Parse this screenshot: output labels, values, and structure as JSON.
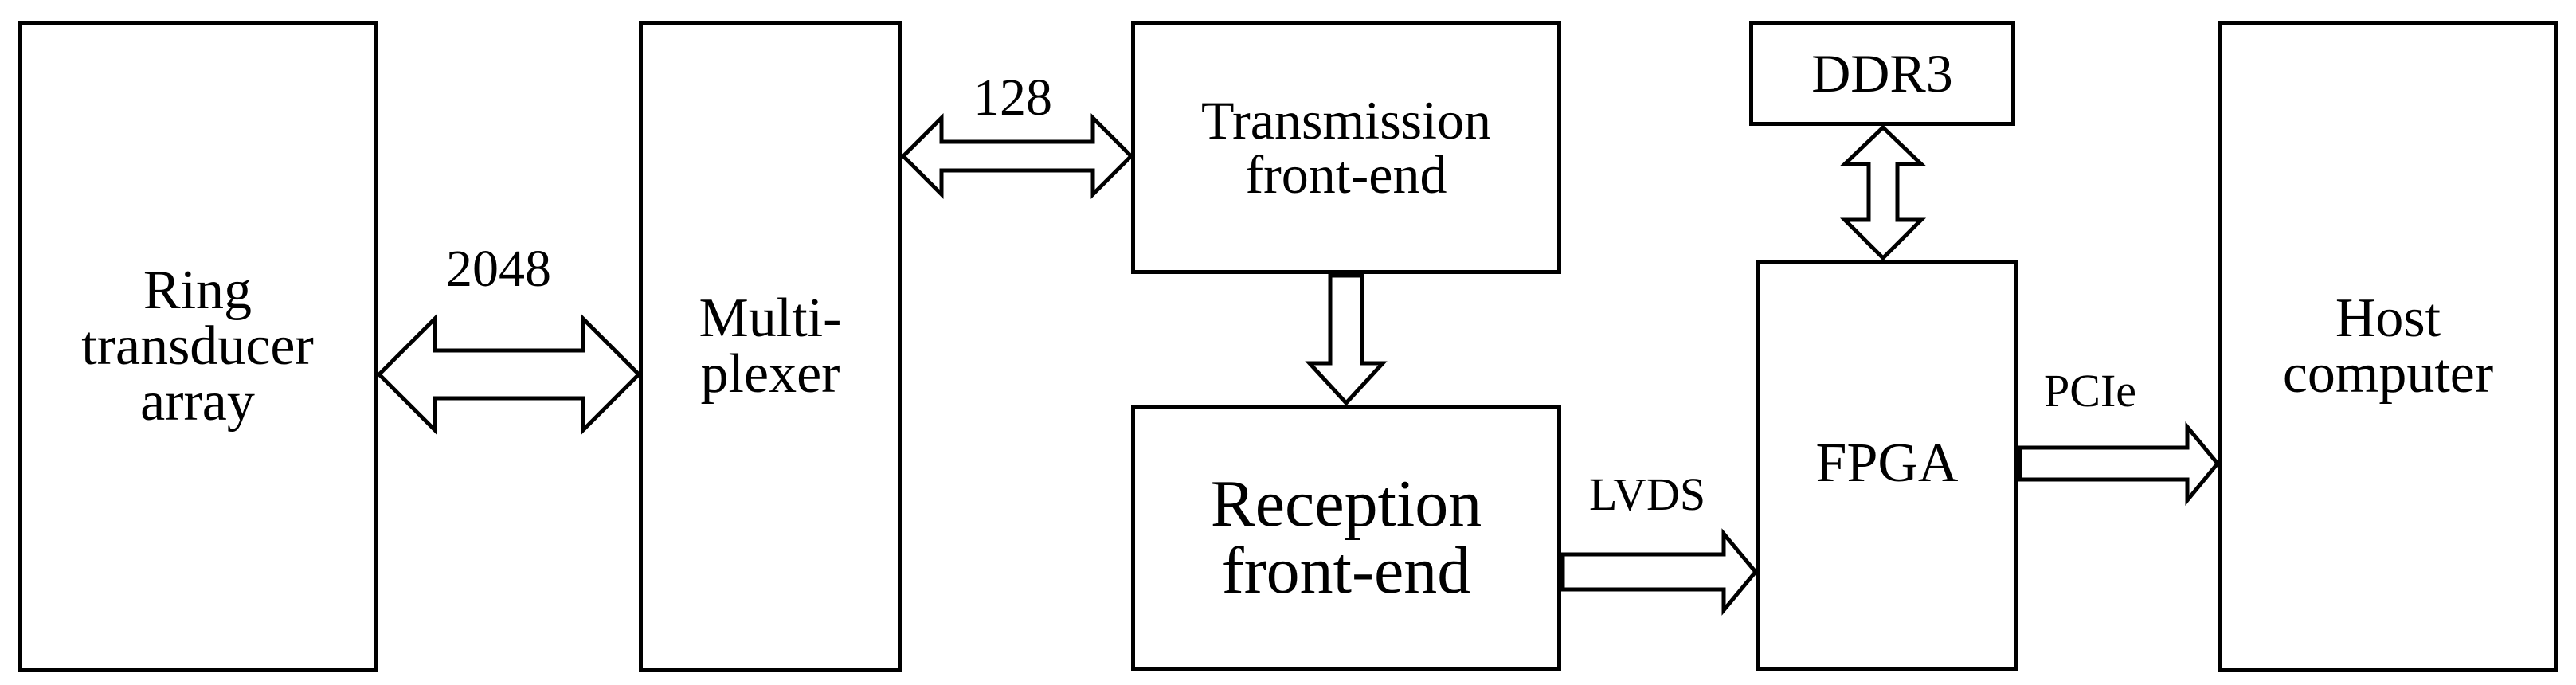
{
  "blocks": {
    "ring_transducer_array": [
      "Ring",
      "transducer",
      "array"
    ],
    "multiplexer": [
      "Multi-",
      "plexer"
    ],
    "transmission_front_end": [
      "Transmission",
      "front-end"
    ],
    "reception_front_end": [
      "Reception",
      "front-end"
    ],
    "ddr3": [
      "DDR3"
    ],
    "fpga": [
      "FPGA"
    ],
    "host_computer": [
      "Host",
      "computer"
    ]
  },
  "links": {
    "transducer_multiplexer": "2048",
    "multiplexer_transmission": "128",
    "reception_fpga": "LVDS",
    "fpga_host": "PCIe"
  }
}
